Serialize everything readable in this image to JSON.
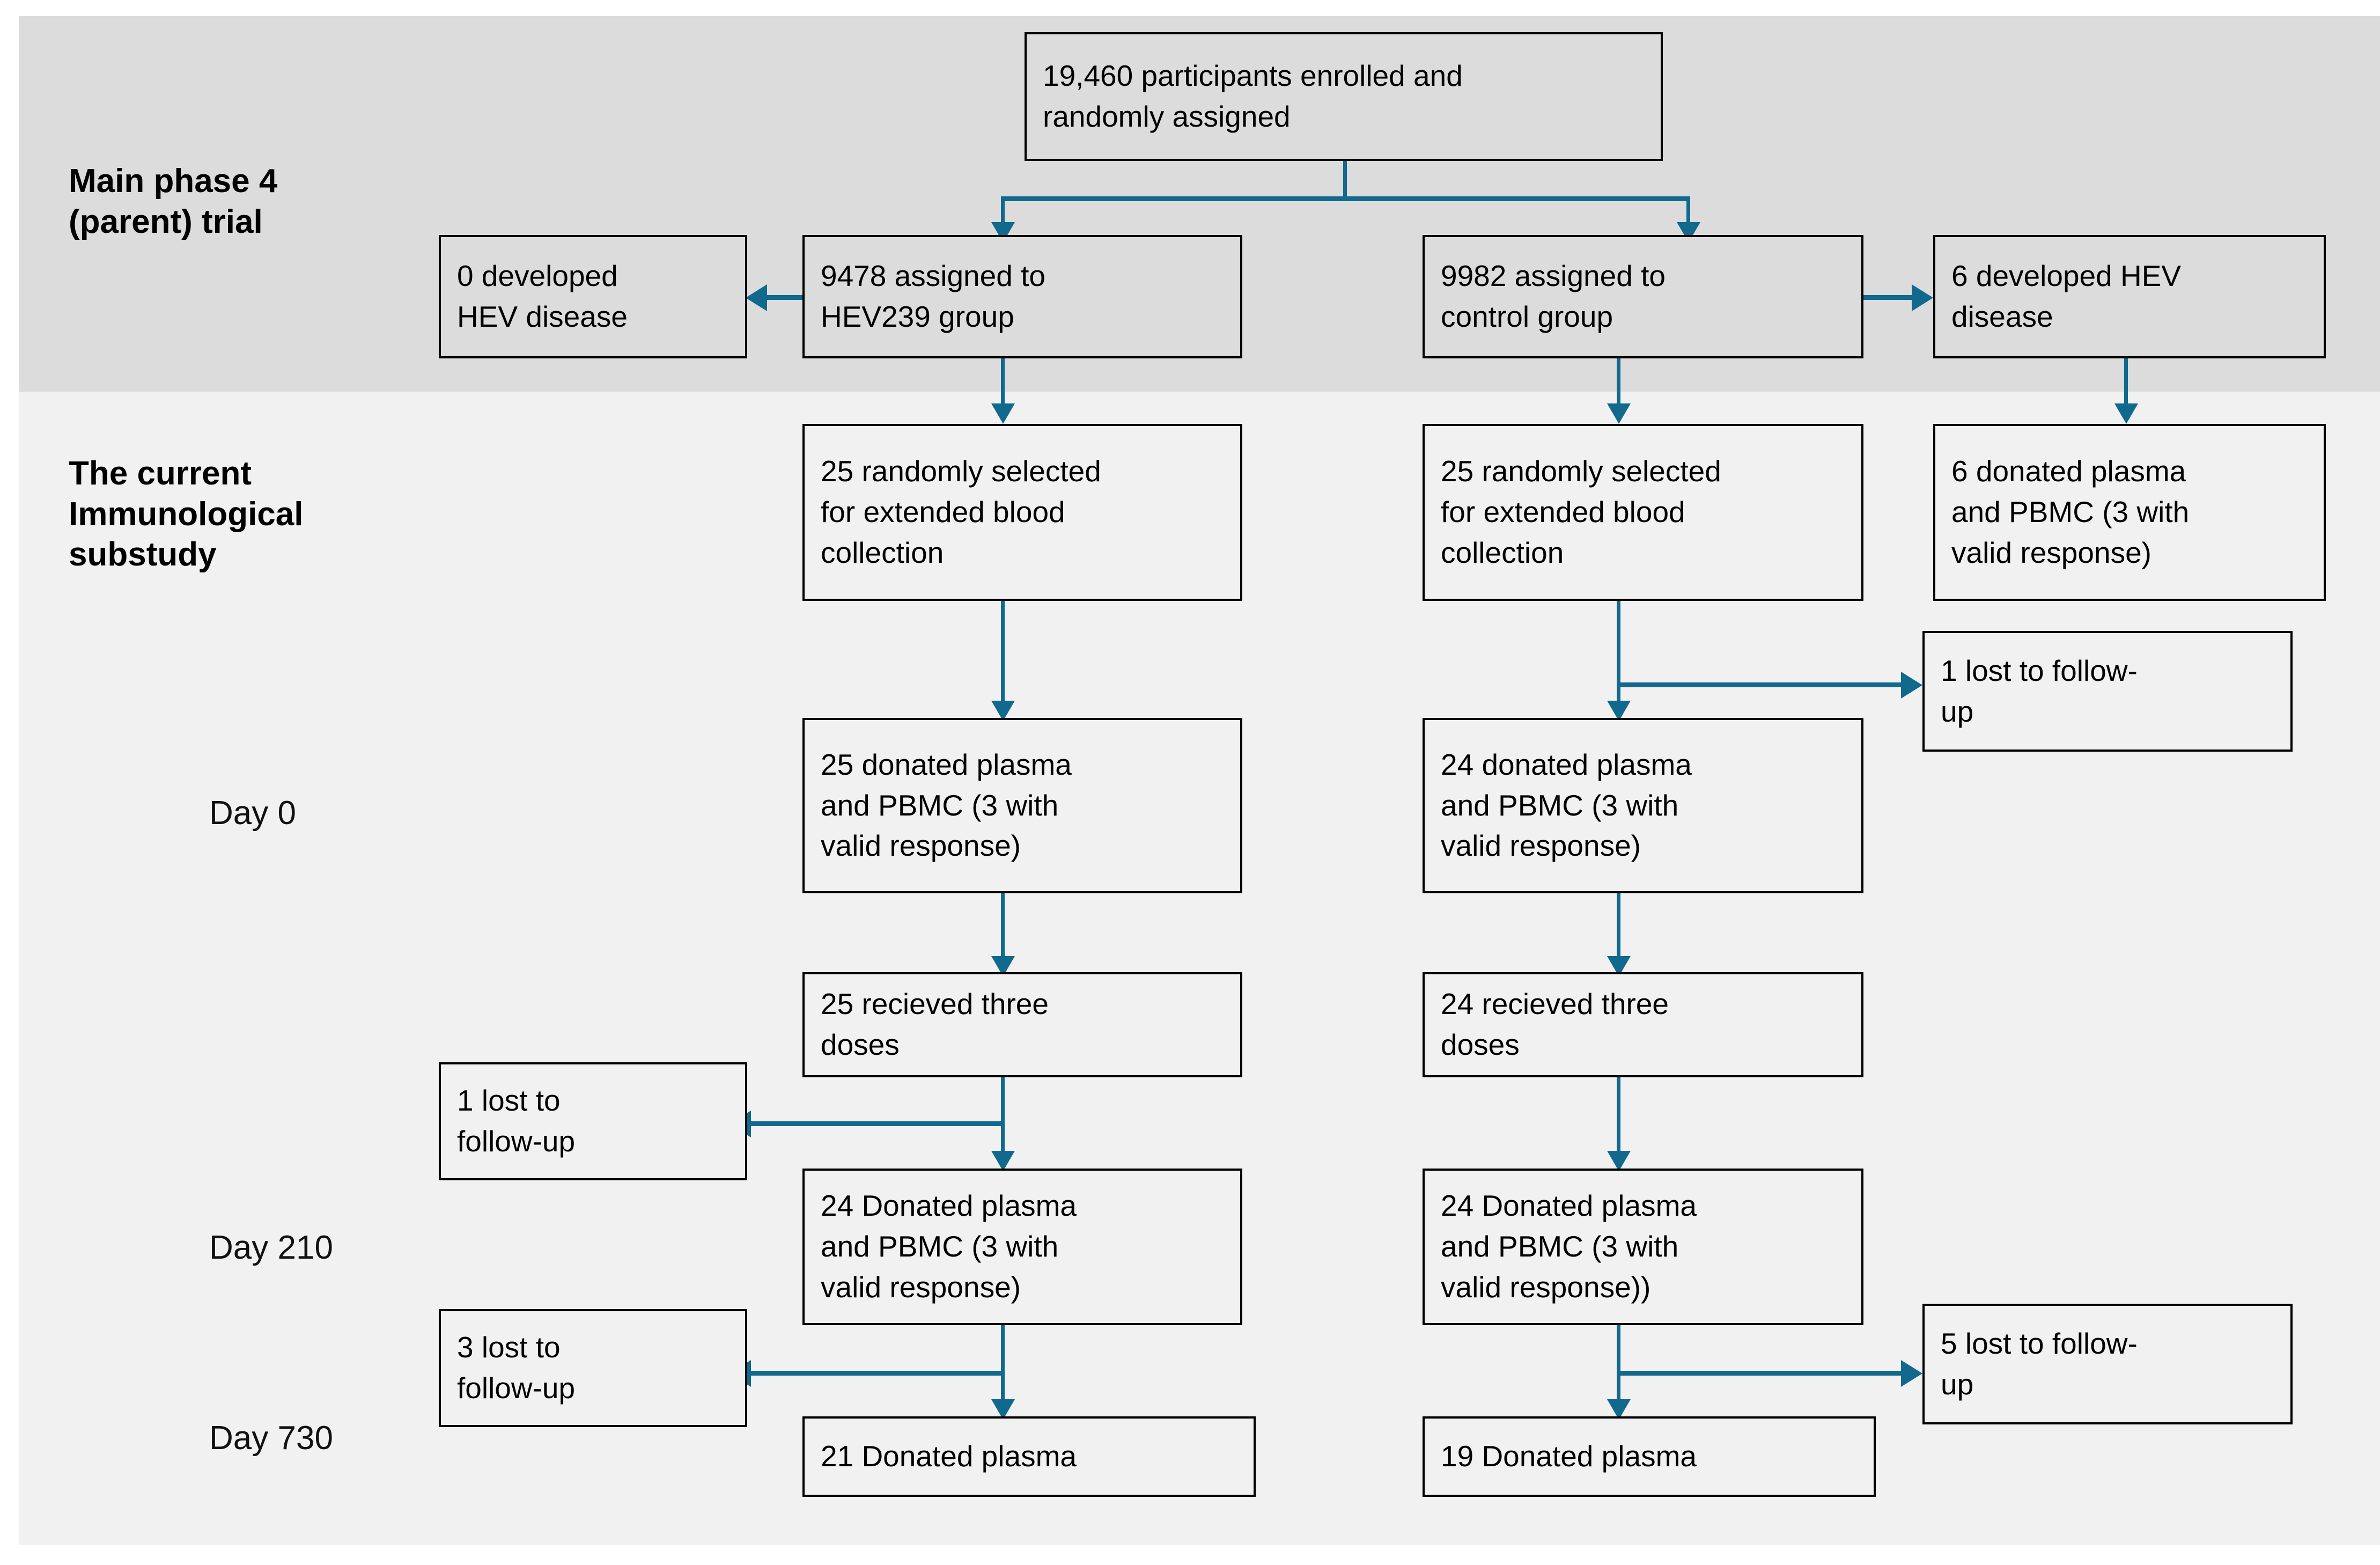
{
  "figure": {
    "type": "flowchart",
    "colors": {
      "connector": "#11698E",
      "band_top": "#dcdcdc",
      "band_bottom": "#f1f1f1",
      "box_border": "#000000"
    }
  },
  "sections": {
    "main_phase_label": "Main phase 4\n(parent) trial",
    "substudy_label": "The current\nImmunological\nsubstudy"
  },
  "timepoints": [
    {
      "id": "day0",
      "label": "Day 0"
    },
    {
      "id": "day210",
      "label": "Day 210"
    },
    {
      "id": "day730",
      "label": "Day 730"
    }
  ],
  "nodes": {
    "enrolled": {
      "text": "19,460 participants enrolled and\nrandomly assigned"
    },
    "hev239_assigned": {
      "text": "9478 assigned to\nHEV239 group"
    },
    "control_assigned": {
      "text": "9982 assigned to\ncontrol  group"
    },
    "hev239_disease": {
      "text": "0 developed\nHEV disease"
    },
    "control_disease": {
      "text": "6 developed HEV\ndisease"
    },
    "hev239_selected": {
      "text": "25 randomly selected\nfor extended blood\ncollection"
    },
    "control_selected": {
      "text": "25 randomly selected\nfor extended blood\ncollection"
    },
    "disease_donated": {
      "text": "6 donated plasma\nand PBMC (3 with\nvalid  response)"
    },
    "control_lost_day0": {
      "text": "1 lost to follow-\nup"
    },
    "hev239_day0": {
      "text": "25  donated plasma\nand PBMC (3 with\nvalid  response)"
    },
    "control_day0": {
      "text": "24  donated plasma\nand PBMC (3 with\nvalid  response)"
    },
    "hev239_doses": {
      "text": "25  recieved three\ndoses"
    },
    "control_doses": {
      "text": "24  recieved three\ndoses"
    },
    "hev239_lost_210": {
      "text": "1 lost to\nfollow-up"
    },
    "hev239_day210": {
      "text": "24  Donated plasma\nand PBMC (3 with\nvalid  response)"
    },
    "control_day210": {
      "text": "24  Donated plasma\nand PBMC (3 with\nvalid  response))"
    },
    "hev239_lost_730": {
      "text": "3 lost to\nfollow-up"
    },
    "control_lost_730": {
      "text": "5 lost to follow-\nup"
    },
    "hev239_day730": {
      "text": "21  Donated plasma"
    },
    "control_day730": {
      "text": "19  Donated plasma"
    }
  }
}
